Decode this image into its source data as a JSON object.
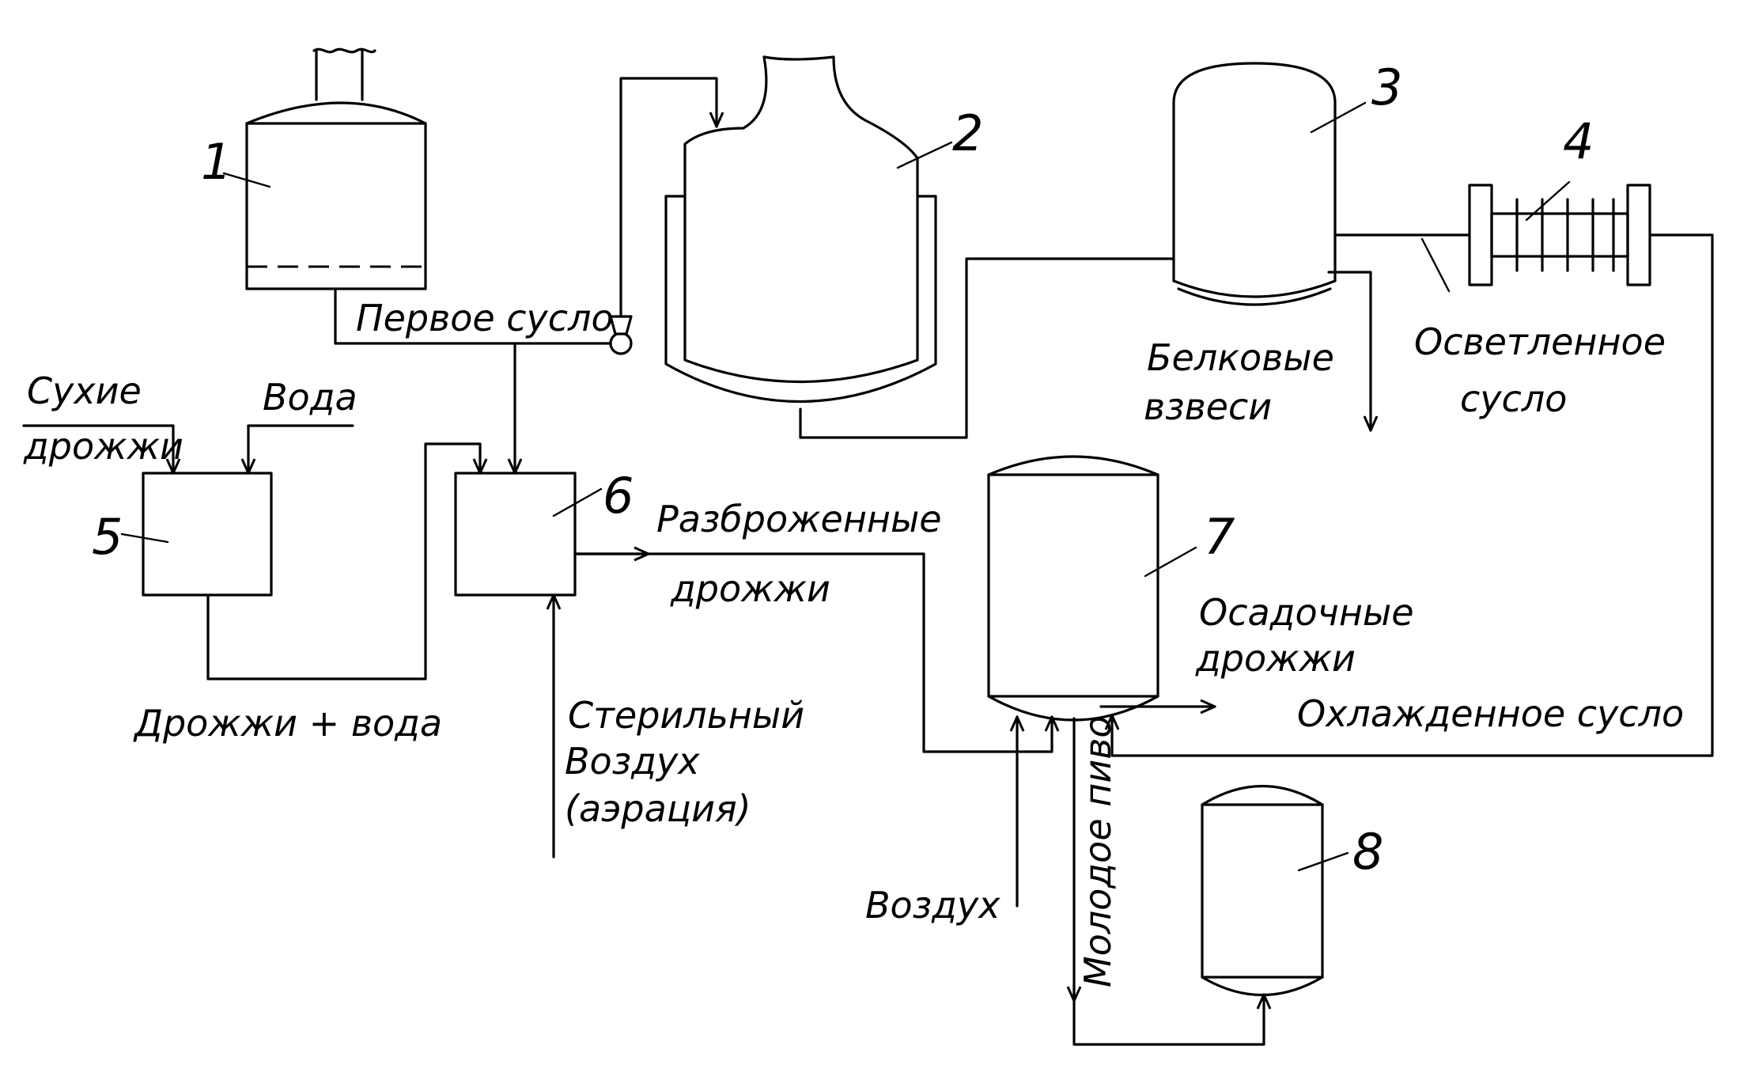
{
  "units": {
    "u1": "1",
    "u2": "2",
    "u3": "3",
    "u4": "4",
    "u5": "5",
    "u6": "6",
    "u7": "7",
    "u8": "8"
  },
  "labels": {
    "first_wort": "Первое сусло",
    "dry_yeast_1": "Сухие",
    "dry_yeast_2": "дрожжи",
    "water": "Вода",
    "yeast_water": "Дрожжи + вода",
    "propagated_1": "Разброженные",
    "propagated_2": "дрожжи",
    "sterile_1": "Стерильный",
    "sterile_2": "Воздух",
    "sterile_3": "(аэрация)",
    "protein_1": "Белковые",
    "protein_2": "взвеси",
    "clarified_1": "Осветленное",
    "clarified_2": "сусло",
    "sediment_1": "Осадочные",
    "sediment_2": "дрожжи",
    "cooled_wort": "Охлажденное сусло",
    "air": "Воздух",
    "young_beer": "Молодое пиво"
  }
}
